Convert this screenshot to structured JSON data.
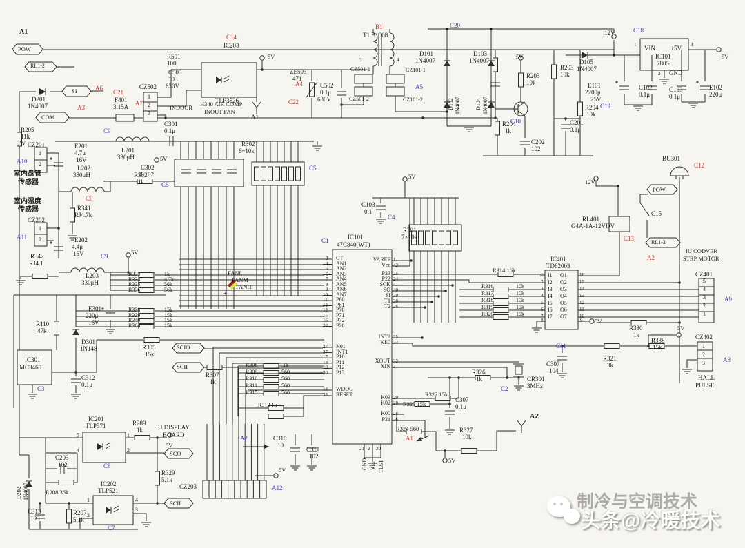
{
  "colors": {
    "line": "#2e2c28",
    "bg": "#f7f5ef",
    "red": "#c23a2e",
    "blue": "#3b3bb0"
  },
  "watermark": {
    "icon": "wechat-icon",
    "text_back": "制冷与空调技术",
    "text_front": "头条@冷暖技术"
  },
  "ic101": {
    "name": "IC101",
    "part": "47C840(WT)",
    "left": [
      [
        "3",
        "CT"
      ],
      [
        "4",
        "AN1"
      ],
      [
        "5",
        "AN2"
      ],
      [
        "6",
        "AN3"
      ],
      [
        "7",
        "AN4"
      ],
      [
        "8",
        "AN5"
      ],
      [
        "9",
        "AN6"
      ],
      [
        "10",
        "AN7"
      ],
      [
        "11",
        "P60"
      ],
      [
        "12",
        "P61"
      ],
      [
        "13",
        "P70"
      ],
      [
        "15",
        "P71"
      ],
      [
        "16",
        "P72"
      ],
      [
        "22",
        "P20"
      ]
    ],
    "left2": [
      [
        "27",
        "K01"
      ],
      [
        "37",
        "INT1"
      ],
      [
        "17",
        "P10"
      ],
      [
        "18",
        "P11"
      ],
      [
        "19",
        "P12"
      ],
      [
        "20",
        "P13"
      ]
    ],
    "left3": [
      [
        "14",
        "WDOG"
      ],
      [
        "33",
        "RESET"
      ]
    ],
    "right": [
      [
        "1",
        "VAREF"
      ],
      [
        "42",
        "Vcc"
      ]
    ],
    "right2": [
      [
        "25",
        "P23"
      ],
      [
        "24",
        "P22"
      ],
      [
        "41",
        "SCK"
      ],
      [
        "40",
        "SO"
      ],
      [
        "39",
        "SI"
      ],
      [
        "38",
        "T1"
      ],
      [
        "36",
        "T2"
      ]
    ],
    "right3": [
      [
        "35",
        "INT2"
      ],
      [
        "34",
        "KE0"
      ]
    ],
    "right4": [
      [
        "32",
        "XOUT"
      ],
      [
        "31",
        "XIN"
      ]
    ],
    "right5": [
      [
        "29",
        "K03"
      ],
      [
        "28",
        "K02"
      ]
    ],
    "right6": [
      [
        "26",
        "K00"
      ]
    ],
    "right7": [
      [
        "36",
        "P21"
      ]
    ],
    "bottom": [
      [
        "21",
        "GND"
      ],
      [
        "2",
        "Vss"
      ],
      [
        "20",
        "TEST"
      ]
    ]
  },
  "ic401": {
    "name": "IC401",
    "part": "TD62003",
    "inputs": [
      "I1",
      "I2",
      "I3",
      "I4",
      "I5",
      "I6",
      "I7"
    ],
    "outputs": [
      "O1",
      "O2",
      "O3",
      "O4",
      "O5",
      "O6",
      "O7"
    ],
    "in_pins": [
      "1",
      "2",
      "3",
      "4",
      "5",
      "6",
      "7"
    ],
    "out_pins": [
      "16",
      "15",
      "14",
      "13",
      "12",
      "11",
      "10"
    ],
    "gnd_pin": "8",
    "com_pin": "9"
  },
  "connectors": {
    "cz401": [
      "5",
      "4",
      "3",
      "2",
      "1"
    ],
    "cz402": [
      "1",
      "2",
      "3"
    ],
    "cz502": [
      "1",
      "2",
      "3"
    ],
    "cz201": [
      "1",
      "2"
    ],
    "cz202": [
      "1",
      "2"
    ],
    "ic201": {
      "left": [
        "5",
        "4"
      ],
      "right": [
        "1",
        "2"
      ]
    },
    "ic202": {
      "left": [
        "1",
        "2"
      ],
      "right": [
        "4",
        "3"
      ]
    },
    "t1_pins": [
      "3",
      "4"
    ],
    "reg_pins": [
      "1",
      "3",
      "2"
    ]
  },
  "labels": [
    [
      "A1",
      28,
      42,
      "kb",
      10
    ],
    [
      "POW",
      26,
      67,
      "k",
      8.5
    ],
    [
      "RL1-2",
      44,
      92,
      "k",
      8
    ],
    [
      "D201",
      46,
      140
    ],
    [
      "1N4007",
      40,
      150
    ],
    [
      "SI",
      104,
      128,
      "k",
      8.5
    ],
    [
      "A6",
      138,
      124,
      "r"
    ],
    [
      "A3",
      112,
      152,
      "r"
    ],
    [
      "C21",
      164,
      130,
      "r"
    ],
    [
      "F401",
      166,
      141
    ],
    [
      "3.15A",
      164,
      151
    ],
    [
      "A7",
      196,
      146,
      "r"
    ],
    [
      "COM",
      60,
      166,
      "k",
      8.5
    ],
    [
      "R205",
      30,
      184
    ],
    [
      "11k",
      30,
      194
    ],
    [
      "3W",
      24,
      204
    ],
    [
      "CZ201",
      40,
      206
    ],
    [
      "A10",
      24,
      230,
      "b"
    ],
    [
      "室内盘管",
      20,
      248,
      "kb",
      10
    ],
    [
      "传感器",
      26,
      260,
      "kb",
      10
    ],
    [
      "室内温度",
      20,
      288,
      "kb",
      10
    ],
    [
      "传感器",
      26,
      300,
      "kb",
      10
    ],
    [
      "CZ202",
      40,
      315
    ],
    [
      "A11",
      24,
      340,
      "b"
    ],
    [
      "E201",
      108,
      208
    ],
    [
      "4.7μ",
      108,
      218
    ],
    [
      "16V",
      110,
      228
    ],
    [
      "L201",
      176,
      214
    ],
    [
      "330μH",
      170,
      224
    ],
    [
      "C9",
      150,
      186,
      "b"
    ],
    [
      "L202",
      112,
      240
    ],
    [
      "330μH",
      106,
      250
    ],
    [
      "C9",
      124,
      284,
      "r"
    ],
    [
      "R341",
      112,
      298
    ],
    [
      "RJ4.7k",
      108,
      308
    ],
    [
      "R332",
      194,
      250
    ],
    [
      "1k",
      200,
      260
    ],
    [
      "C6",
      234,
      264,
      "b"
    ],
    [
      "E202",
      108,
      344
    ],
    [
      "4.4μ",
      104,
      354
    ],
    [
      "16V",
      106,
      364
    ],
    [
      "R342",
      44,
      368
    ],
    [
      "RJ4.1",
      42,
      378
    ],
    [
      "L203",
      124,
      396
    ],
    [
      "330μH",
      118,
      406
    ],
    [
      "C9",
      146,
      368,
      "b"
    ],
    [
      "5V",
      190,
      362,
      "k",
      8.5
    ],
    [
      "5V",
      232,
      226,
      "k",
      8.5
    ],
    [
      "R501",
      242,
      78
    ],
    [
      "100",
      242,
      88
    ],
    [
      "C503",
      244,
      101
    ],
    [
      "103",
      244,
      111
    ],
    [
      "630V",
      240,
      121
    ],
    [
      "CZ502",
      202,
      122
    ],
    [
      "C14",
      328,
      50,
      "r"
    ],
    [
      "IC203",
      324,
      62
    ],
    [
      "TLP3526",
      312,
      142
    ],
    [
      "INDOOR",
      246,
      152,
      "k",
      8.5
    ],
    [
      "H340 AIR COMP",
      290,
      147,
      "k",
      8.5
    ],
    [
      "INOUT FAN",
      296,
      158,
      "k",
      8.5
    ],
    [
      "5V",
      388,
      78,
      "k",
      8.5
    ],
    [
      "A1",
      364,
      166
    ],
    [
      "ZE503",
      420,
      100
    ],
    [
      "471",
      424,
      110
    ],
    [
      "C22",
      418,
      144,
      "r"
    ],
    [
      "C502",
      464,
      120
    ],
    [
      "0.1μ",
      464,
      130
    ],
    [
      "630V",
      460,
      140
    ],
    [
      "B1",
      544,
      35,
      "r"
    ],
    [
      "T1 B1008",
      526,
      47
    ],
    [
      "CZ501-1",
      508,
      97,
      "k",
      8
    ],
    [
      "CZ501-2",
      506,
      140,
      "k",
      8
    ],
    [
      "A4",
      428,
      118,
      "r"
    ],
    [
      "CZ101-1",
      588,
      98,
      "k",
      8
    ],
    [
      "CZ101-2",
      584,
      141,
      "k",
      8
    ],
    [
      "A5",
      602,
      122,
      "b"
    ],
    [
      "C20",
      652,
      33,
      "b"
    ],
    [
      "D101",
      608,
      74
    ],
    [
      "1N4007",
      602,
      84
    ],
    [
      "D103",
      686,
      74
    ],
    [
      "1N4007",
      680,
      84
    ],
    [
      "D102",
      650,
      160,
      "kv",
      8
    ],
    [
      "1N4007",
      660,
      166,
      "kv",
      8
    ],
    [
      "D104",
      690,
      160,
      "kv",
      8
    ],
    [
      "1N4007",
      700,
      166,
      "kv",
      8
    ],
    [
      "5V",
      748,
      78,
      "k",
      8.5
    ],
    [
      "R203",
      763,
      106
    ],
    [
      "10k",
      763,
      116
    ],
    [
      "R204",
      728,
      176
    ],
    [
      "1k",
      732,
      186
    ],
    [
      "C10",
      740,
      172,
      "b"
    ],
    [
      "C202",
      770,
      202
    ],
    [
      "102",
      770,
      212
    ],
    [
      "R203",
      812,
      94
    ],
    [
      "10k",
      812,
      104
    ],
    [
      "C201",
      826,
      174
    ],
    [
      "0.1μ",
      826,
      184
    ],
    [
      "R204",
      848,
      152
    ],
    [
      "10k",
      850,
      162
    ],
    [
      "D105",
      840,
      86
    ],
    [
      "1N4007",
      836,
      96
    ],
    [
      "12V",
      876,
      44
    ],
    [
      "C18",
      918,
      40,
      "b"
    ],
    [
      "VIN",
      934,
      66
    ],
    [
      "+5V",
      972,
      66
    ],
    [
      "IC101",
      950,
      78
    ],
    [
      "7805",
      952,
      88
    ],
    [
      "GND",
      970,
      102
    ],
    [
      "5V",
      1046,
      78,
      "k",
      8.5
    ],
    [
      "E101",
      852,
      120
    ],
    [
      "2200μ",
      848,
      130
    ],
    [
      "25V",
      856,
      140
    ],
    [
      "C19",
      870,
      150,
      "b"
    ],
    [
      "C102",
      926,
      123
    ],
    [
      "0.1μ",
      926,
      133
    ],
    [
      "C103",
      970,
      126
    ],
    [
      "0.1μ",
      970,
      136
    ],
    [
      "E102",
      1028,
      123
    ],
    [
      "220μ",
      1028,
      133
    ],
    [
      "C301",
      238,
      176
    ],
    [
      "0.1μ",
      238,
      186
    ],
    [
      "R302",
      350,
      205
    ],
    [
      "6~10k",
      346,
      215
    ],
    [
      "C302",
      204,
      239
    ],
    [
      "8-102",
      202,
      249
    ],
    [
      "C5",
      448,
      240,
      "b"
    ],
    [
      "C1",
      466,
      345,
      "b"
    ],
    [
      "R301",
      584,
      330
    ],
    [
      "7×10k",
      582,
      340
    ],
    [
      "C103",
      524,
      293
    ],
    [
      "0.1",
      528,
      303
    ],
    [
      "C4",
      562,
      311,
      "b"
    ],
    [
      "5V",
      592,
      252,
      "k",
      8.5
    ],
    [
      "FANL",
      330,
      392,
      "k",
      8.5
    ],
    [
      "FANM",
      336,
      402,
      "k",
      8.5
    ],
    [
      "FANH",
      342,
      412,
      "k",
      8.5
    ],
    [
      "+",
      324,
      422,
      "k",
      10
    ],
    [
      "R333",
      186,
      394,
      "k",
      8
    ],
    [
      "1k",
      238,
      394,
      "k",
      8
    ],
    [
      "R334",
      186,
      402,
      "k",
      8
    ],
    [
      "4.7k",
      238,
      402,
      "k",
      8
    ],
    [
      "R335",
      186,
      409,
      "k",
      8
    ],
    [
      "56k",
      238,
      409,
      "k",
      8
    ],
    [
      "R336",
      186,
      417,
      "k",
      8
    ],
    [
      "56k",
      238,
      417,
      "k",
      8
    ],
    [
      "R338",
      186,
      446,
      "k",
      8
    ],
    [
      "15k",
      238,
      446,
      "k",
      8
    ],
    [
      "R339",
      186,
      454,
      "k",
      8
    ],
    [
      "15k",
      238,
      454,
      "k",
      8
    ],
    [
      "R340",
      186,
      461,
      "k",
      8
    ],
    [
      "15k",
      238,
      461,
      "k",
      8
    ],
    [
      "R304",
      186,
      469,
      "k",
      8
    ],
    [
      "15k",
      238,
      469,
      "k",
      8
    ],
    [
      "R305",
      206,
      500
    ],
    [
      "15k",
      210,
      510
    ],
    [
      "SCIO",
      256,
      500,
      "k",
      8.5
    ],
    [
      "SCII",
      256,
      528,
      "k",
      8.5
    ],
    [
      "R307",
      298,
      540
    ],
    [
      "1k",
      304,
      550
    ],
    [
      "R308",
      356,
      526,
      "k",
      8
    ],
    [
      "1k",
      410,
      526,
      "k",
      8
    ],
    [
      "R309",
      356,
      536,
      "k",
      8
    ],
    [
      "560",
      408,
      536,
      "k",
      8
    ],
    [
      "R310",
      356,
      546,
      "k",
      8
    ],
    [
      "560",
      408,
      546,
      "k",
      8
    ],
    [
      "R311",
      356,
      556,
      "k",
      8
    ],
    [
      "560",
      408,
      556,
      "k",
      8
    ],
    [
      "R315",
      356,
      566,
      "k",
      8
    ],
    [
      "560",
      408,
      566,
      "k",
      8
    ],
    [
      "R312 1k",
      374,
      584,
      "k",
      8
    ],
    [
      "A2",
      348,
      632,
      "b"
    ],
    [
      "C310",
      396,
      632
    ],
    [
      "10",
      402,
      642
    ],
    [
      "C311",
      444,
      648
    ],
    [
      "102",
      448,
      658
    ],
    [
      "IU DISPLAY",
      226,
      616
    ],
    [
      "BOARD",
      236,
      627
    ],
    [
      "CZ203",
      260,
      702
    ],
    [
      "A12",
      394,
      704,
      "b"
    ],
    [
      "5V",
      404,
      678,
      "k",
      8.5
    ],
    [
      "12V",
      848,
      260,
      "k",
      8.5
    ],
    [
      "RL401",
      844,
      314
    ],
    [
      "G4A-1A-12VDV",
      828,
      324
    ],
    [
      "C13",
      904,
      342,
      "r"
    ],
    [
      "POW",
      946,
      271,
      "k",
      8.5
    ],
    [
      "C15",
      944,
      306
    ],
    [
      "RL1-2",
      944,
      348,
      "k",
      8
    ],
    [
      "A2",
      938,
      370,
      "r"
    ],
    [
      "BU301",
      960,
      226
    ],
    [
      "C12",
      1006,
      236,
      "r"
    ],
    [
      "IU CODVER",
      994,
      360,
      "k",
      8.5
    ],
    [
      "STRP MOTOR",
      990,
      371,
      "k",
      8.5
    ],
    [
      "R314 16k",
      714,
      388,
      "k",
      8.5
    ],
    [
      "R316",
      698,
      412,
      "k",
      8
    ],
    [
      "10k",
      748,
      412,
      "k",
      8
    ],
    [
      "R317",
      698,
      422,
      "k",
      8
    ],
    [
      "10k",
      748,
      422,
      "k",
      8
    ],
    [
      "R318",
      698,
      432,
      "k",
      8
    ],
    [
      "10k",
      748,
      432,
      "k",
      8
    ],
    [
      "R319",
      698,
      442,
      "k",
      8
    ],
    [
      "10k",
      748,
      442,
      "k",
      8
    ],
    [
      "R320",
      698,
      452,
      "k",
      8
    ],
    [
      "10k",
      748,
      452,
      "k",
      8
    ],
    [
      "C11",
      806,
      498,
      "b"
    ],
    [
      "5V",
      862,
      462,
      "k",
      8.5
    ],
    [
      "CZ401",
      1008,
      394
    ],
    [
      "A9",
      1050,
      430,
      "b"
    ],
    [
      "R330",
      912,
      472
    ],
    [
      "1k",
      918,
      482
    ],
    [
      "R338",
      944,
      490
    ],
    [
      "15k",
      946,
      500
    ],
    [
      "5V",
      982,
      472,
      "k",
      8.5
    ],
    [
      "CZ402",
      1008,
      485
    ],
    [
      "A8",
      1048,
      518,
      "b"
    ],
    [
      "HALL",
      1012,
      544
    ],
    [
      "PULSE",
      1008,
      555
    ],
    [
      "R321",
      874,
      516
    ],
    [
      "3k",
      880,
      526
    ],
    [
      "C307",
      792,
      524
    ],
    [
      "104",
      796,
      534
    ],
    [
      "CR301",
      764,
      546
    ],
    [
      "3MHz",
      764,
      556
    ],
    [
      "C2",
      726,
      560,
      "b"
    ],
    [
      "R326",
      684,
      536
    ],
    [
      "1k",
      690,
      546
    ],
    [
      "C307",
      660,
      576
    ],
    [
      "0.1μ",
      660,
      586
    ],
    [
      "R322 15k",
      616,
      568,
      "k",
      8.5
    ],
    [
      "R323 15k",
      584,
      582,
      "k",
      8.5
    ],
    [
      "R324 560",
      574,
      618,
      "k",
      8.5
    ],
    [
      "A1",
      588,
      632,
      "r"
    ],
    [
      "R327",
      666,
      620
    ],
    [
      "10k",
      670,
      630
    ],
    [
      "5V",
      650,
      664,
      "k",
      8.5
    ],
    [
      "AZ",
      768,
      600,
      "kb",
      10
    ],
    [
      "R110",
      52,
      466
    ],
    [
      "47k",
      54,
      476
    ],
    [
      "E301",
      128,
      444
    ],
    [
      "220μ",
      124,
      454
    ],
    [
      "16V",
      128,
      464
    ],
    [
      "D301",
      118,
      492
    ],
    [
      "1N148",
      116,
      502
    ],
    [
      "IC301",
      36,
      518
    ],
    [
      "MC34601",
      28,
      529
    ],
    [
      "C3",
      54,
      560,
      "b"
    ],
    [
      "C312",
      118,
      544
    ],
    [
      "0.1μ",
      118,
      554
    ],
    [
      "IC201",
      128,
      604
    ],
    [
      "TLP371",
      124,
      614
    ],
    [
      "C8",
      150,
      672,
      "b"
    ],
    [
      "R289",
      192,
      610
    ],
    [
      "1k",
      198,
      620
    ],
    [
      "5V",
      240,
      642,
      "k",
      8.5
    ],
    [
      "SCO",
      246,
      654,
      "k",
      8.5
    ],
    [
      "R329",
      234,
      682
    ],
    [
      "5.1k",
      234,
      692
    ],
    [
      "C203",
      80,
      660
    ],
    [
      "102",
      84,
      670
    ],
    [
      "R208 36k",
      66,
      710,
      "k",
      8.5
    ],
    [
      "D202",
      24,
      724,
      "kv",
      8
    ],
    [
      "1N4007",
      34,
      726,
      "kv",
      8
    ],
    [
      "IC202",
      146,
      698
    ],
    [
      "TLP521",
      142,
      708
    ],
    [
      "C7",
      156,
      762,
      "b"
    ],
    [
      "C313",
      40,
      738
    ],
    [
      "103",
      44,
      748
    ],
    [
      "R207",
      106,
      740
    ],
    [
      "5.1k",
      106,
      750
    ],
    [
      "SCII",
      246,
      726,
      "k",
      8.5
    ]
  ]
}
